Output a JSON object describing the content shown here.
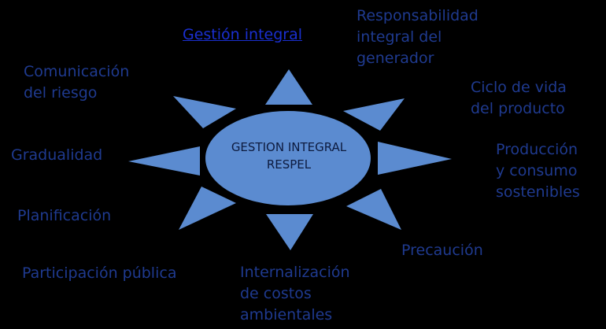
{
  "link": "Gestión integral",
  "center": "GESTION INTEGRAL\nRESPEL",
  "principles": [
    "Responsabilidad\nintegral del\ngenerador",
    "Ciclo de vida\ndel producto",
    "Producción\ny consumo\nsostenibles",
    "Precaución",
    "Internalización\nde costos\nambientales",
    "Participación pública",
    "Planificación",
    "Gradualidad",
    "Comunicación\ndel riesgo"
  ],
  "colors": {
    "background": "#000000",
    "shape_fill": "#5b8bd0",
    "text": "#1f3a8f",
    "link": "#1a2fd0"
  }
}
